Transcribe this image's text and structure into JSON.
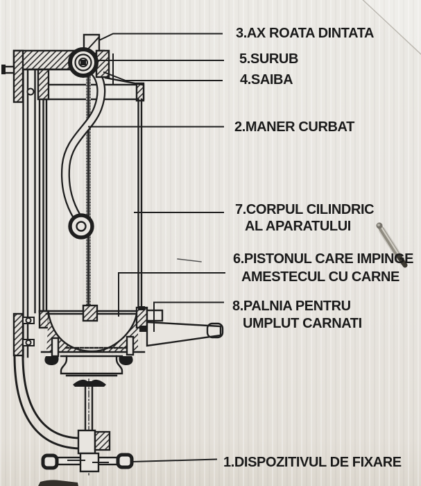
{
  "paper": {
    "background_color": "#e8e5e0",
    "ink_color": "#1d1d1d"
  },
  "diagram": {
    "subject": "sausage-stuffer-cross-section",
    "labels": [
      {
        "part": "ax-roata-dintata",
        "line1": "3.AX ROATA DINTATA"
      },
      {
        "part": "surub",
        "line1": "5.SURUB"
      },
      {
        "part": "saiba",
        "line1": "4.SAIBA"
      },
      {
        "part": "maner-curbat",
        "line1": "2.MANER CURBAT"
      },
      {
        "part": "corpul-cilindric",
        "line1": "7.CORPUL CILINDRIC",
        "line2": "AL APARATULUI"
      },
      {
        "part": "pistonul",
        "line1": "6.PISTONUL CARE IMPINGE",
        "line2": "AMESTECUL CU CARNE"
      },
      {
        "part": "palnia",
        "line1": "8.PALNIA PENTRU",
        "line2": "UMPLUT CARNATI"
      },
      {
        "part": "dispozitivul-de-fixare",
        "line1": "1.DISPOZITIVUL DE FIXARE"
      }
    ]
  }
}
